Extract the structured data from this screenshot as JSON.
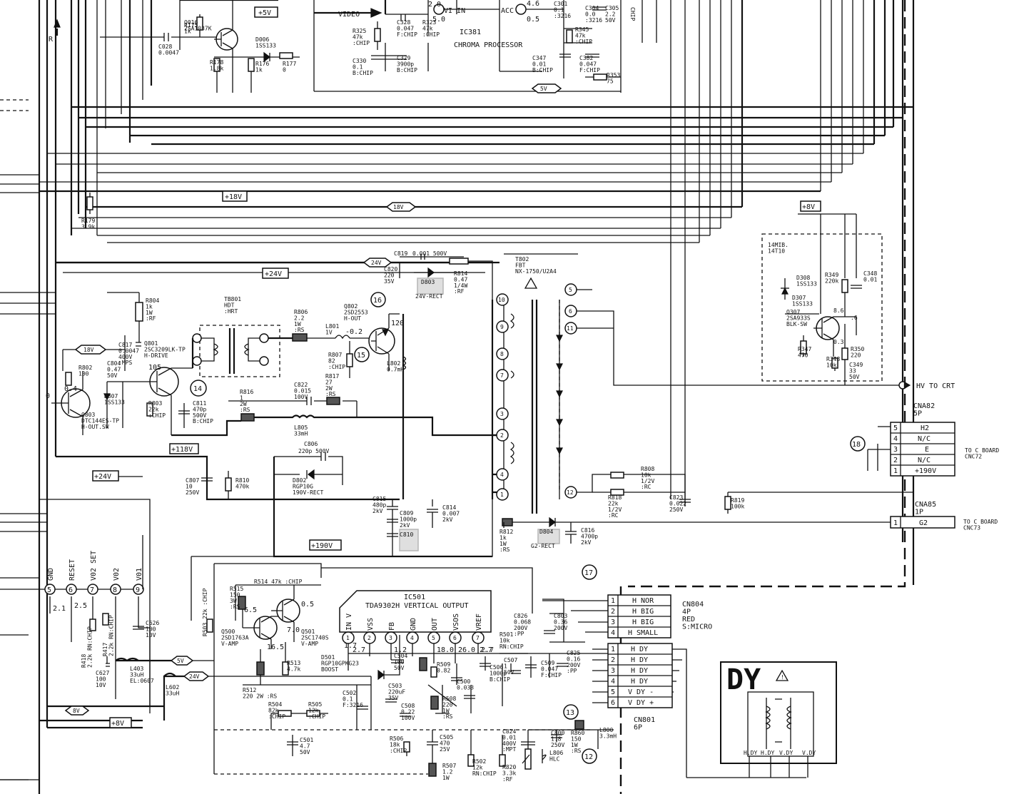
{
  "rails": {
    "plus5v": "+5V",
    "plus18v": "+18V",
    "v18": "18V",
    "plus24v": "+24V",
    "v24": "24V",
    "v5": "5V",
    "plus118v": "+118V",
    "plus190v": "+190V",
    "plus8v": "+8V",
    "v8": "8V",
    "video": "VIDEO",
    "r": "R"
  },
  "chroma": {
    "ic_ref": "IC381",
    "ic_name": "CHROMA PROCESSOR",
    "vin": "VI IN",
    "acc": "ACC",
    "pin_vals": [
      "2.0",
      "5.0",
      "0.5",
      "4.6"
    ],
    "parts": [
      "R325\n47k\n:CHIP",
      "C328\n0.047\nF:CHIP",
      "R323\n47k\n:CHIP",
      "C330\n0.1\nB:CHIP",
      "C329\n3900p\nB:CHIP",
      "C301\n0.1\n:3216",
      "C304\n0.0\n:3216",
      "C305\n2.2\n50V",
      "R345\n47k\n:CHIP",
      "C347\n0.01\nB:CHIP",
      "C382\n0.047\nF:CHIP",
      "R353\n75"
    ],
    "chip": "CHIP"
  },
  "topleft": {
    "q016": "Q016\n2SA1037K",
    "d006": "D006\n1SS133",
    "r175": "R175\n1k",
    "c028": "C028\n0.0047",
    "r178": "R178\n1.8k",
    "r176": "R176\n1k",
    "r177": "R177\n0",
    "r179": "R179\n3.9k"
  },
  "hdrive": {
    "tb801": "TB801\nHDT\n:HRT",
    "q801": "Q801\n2SC3209LK-TP\nH-DRIVE",
    "q802": "Q802\n2SD2553\nH-OUT",
    "q803": "Q803\nDTC144ES-TP\nH-OUT.SW",
    "d807": "D807\n1SS133",
    "r804": "R804\n1k\n1W\n:RF",
    "r806": "R806\n2.2\n1W\n:RS",
    "r807": "R807\n82\n:CHIP",
    "r802": "R802\n100",
    "c804": "C804\n0.47\n50V",
    "c817": "C817\n0.0047\n400V\n:MPS",
    "r803": "R803\n22k\n:CHIP",
    "c811": "C811\n470p\n500V\nB:CHIP",
    "r816": "R816\n1\n2W\n:RS",
    "c822": "C822\n0.015\n100V",
    "r817": "R817\n27\n2W\n:RS",
    "l801": "L801\n1V",
    "l802": "L802\n0.7mH",
    "l805": "L805\n33mH",
    "c819": "C819",
    "c819_val": "0.001 500V",
    "c820": "C820\n220\n35V",
    "d803": "D803",
    "d803_note": "24V-RECT",
    "r814": "R814\n0.47\n1/4W\n:RF",
    "c806": "C806",
    "c806_val": "220p 500V",
    "d802": "D802\nRGP10G\n190V-RECT",
    "c807": "C807\n10\n250V",
    "r810": "R810\n470k",
    "c815": "C815\n480p\n2kV",
    "c809": "C809\n1000p\n2kV",
    "c810": "C810",
    "c814": "C814\n0.007\n2kV",
    "v_b105": "105",
    "v_04": "0.4",
    "v_0": "0",
    "v_m02": "-0.2",
    "v_120": "120"
  },
  "fbt": {
    "t802": "T802\nFBT\nNX-1750/U2A4",
    "pins": [
      "10",
      "9",
      "8",
      "7",
      "3",
      "2",
      "4",
      "1",
      "5",
      "6",
      "11",
      "12"
    ],
    "r808": "R808\n10k\n1/2V\n:RC",
    "r818": "R818\n22k\n1/2V\n:RC",
    "c823": "C823\n0.022\n250V",
    "r819": "R819\n100k",
    "r812": "R812\n1k\n1W\n:RS",
    "d804": "D804",
    "d804_note": "G2-RECT",
    "c816": "C816\n4700p\n2kV",
    "hv": "HV TO CRT"
  },
  "crt": {
    "ic": "14MIB.\n14T10",
    "d308": "D308\n1SS133",
    "d307": "D307\n1SS133",
    "q307": "Q307\n2SA933S\nBLK-SW",
    "r349": "R349\n220k",
    "c348": "C348\n0.01",
    "r347": "R347\n470",
    "r348": "R348\n10k",
    "r350": "R350\n220",
    "c349": "C349\n33\n50V",
    "v86": "8.6",
    "v6": ".6",
    "v03": "0.3"
  },
  "cna82": {
    "title": "CNA82\n5P",
    "rows": [
      {
        "num": "5",
        "label": "H2"
      },
      {
        "num": "4",
        "label": "N/C"
      },
      {
        "num": "3",
        "label": "E"
      },
      {
        "num": "2",
        "label": "N/C"
      },
      {
        "num": "1",
        "label": "+190V"
      }
    ],
    "dest": "TO C BOARD\nCNC72"
  },
  "cna85": {
    "title": "CNA85\n1P",
    "rows": [
      {
        "num": "1",
        "label": "G2"
      }
    ],
    "dest": "TO C BOARD\nCNC73"
  },
  "callouts": [
    "16",
    "15",
    "14",
    "18",
    "17",
    "13",
    "12"
  ],
  "leftpins": [
    {
      "num": "5",
      "label": "GND",
      "v": "2.1"
    },
    {
      "num": "6",
      "label": "RESET",
      "v": ""
    },
    {
      "num": "7",
      "label": "V02 SET",
      "v": "2.5"
    },
    {
      "num": "8",
      "label": "V02",
      "v": ""
    },
    {
      "num": "9",
      "label": "V01",
      "v": ""
    }
  ],
  "vert": {
    "ic_ref": "IC501",
    "ic_name": "TDA9302H VERTICAL OUTPUT",
    "pins": [
      {
        "num": "1",
        "label": "IN V",
        "v": "2.7"
      },
      {
        "num": "2",
        "label": "VSS",
        "v": ""
      },
      {
        "num": "3",
        "label": "FB",
        "v": "1.2"
      },
      {
        "num": "4",
        "label": "GND",
        "v": ""
      },
      {
        "num": "5",
        "label": "OUT",
        "v": "18.0"
      },
      {
        "num": "6",
        "label": "VSOS",
        "v": "26.0"
      },
      {
        "num": "7",
        "label": "VREF",
        "v": "2.7"
      }
    ],
    "q500": "Q500\n2SD1763A\nV-AMP",
    "q501": "Q501\n2SC1740S\nV-AMP",
    "r514": "R514 47k :CHIP",
    "r515": "R515\n150\n3W\n:RS",
    "r513": "R513\n4.7k",
    "r512": "R512\n220 2W :RS",
    "r503": "R503 22k :CHIP",
    "r418": "R418\n2.2k RN:CHIP",
    "r417": "R417\n2.2k RN:CHIP",
    "c626": "C626\n100\n10V",
    "c627": "C627\n100\n10V",
    "l403": "L403\n33uH\nEL:0607",
    "l602": "L602\n33uH",
    "d501": "D501\nRGP10GPKG23\nBOOST",
    "c504": "C504\n100\n50V",
    "r509": "R509\n0.82",
    "c502": "C502\n0.1\nF:3216",
    "c503": "C503\n220uF\n35V",
    "c508": "C508\n0.22\n100V",
    "r508": "R508\n220\n1W\n:RS",
    "c500": "C500\n0.033",
    "c506": "C506\n1000p\nB:CHIP",
    "c507": "C507\n1\n50V",
    "c509": "C509\n0.047\nF:CHIP",
    "r501": "R501\n10k\nRN:CHIP",
    "c826": "C826\n0.068\n200V\n:PP",
    "c803": "C803\n0.36\n200V",
    "c825": "C825\n0.16\n200V\n:PP",
    "r504": "R504\n82k\n:CHIP",
    "r505": "R505\n12k\n:CHIP",
    "c501": "C501\n4.7\n50V",
    "r506": "R506\n18k\n:CHIP",
    "c505": "C505\n470\n25V",
    "r507": "R507\n1.2\n1W",
    "r502": "R502\n12k\nRN:CHIP",
    "r820": "R820\n3.3k\n:RF",
    "c824": "C824\n0.01\n400V\n:MPT",
    "c800": "C800\n1.8\n250V",
    "r860": "R860\n150\n1W\n:RS",
    "l800": "L800\n3.3mH",
    "l806": "L806\nHLC",
    "v65": "6.5",
    "v05": "0.5",
    "v70": "7.0",
    "v165": "16.5",
    "v17": "1.7",
    "v27": "2.7"
  },
  "cn804": {
    "title": "CN804\n4P\nRED\nS:MICRO",
    "rows": [
      {
        "num": "1",
        "label": "H NOR"
      },
      {
        "num": "2",
        "label": "H BIG"
      },
      {
        "num": "3",
        "label": "H BIG"
      },
      {
        "num": "4",
        "label": "H SMALL"
      }
    ]
  },
  "cn801": {
    "title": "CN801\n6P",
    "rows": [
      {
        "num": "1",
        "label": "H DY"
      },
      {
        "num": "2",
        "label": "H DY"
      },
      {
        "num": "3",
        "label": "H DY"
      },
      {
        "num": "4",
        "label": "H DY"
      },
      {
        "num": "5",
        "label": "V DY -"
      },
      {
        "num": "6",
        "label": "V DY +"
      }
    ]
  },
  "dy": {
    "title": "DY",
    "labels": [
      "H.DY",
      "H.DY",
      "V.DY",
      "V.DY"
    ]
  }
}
